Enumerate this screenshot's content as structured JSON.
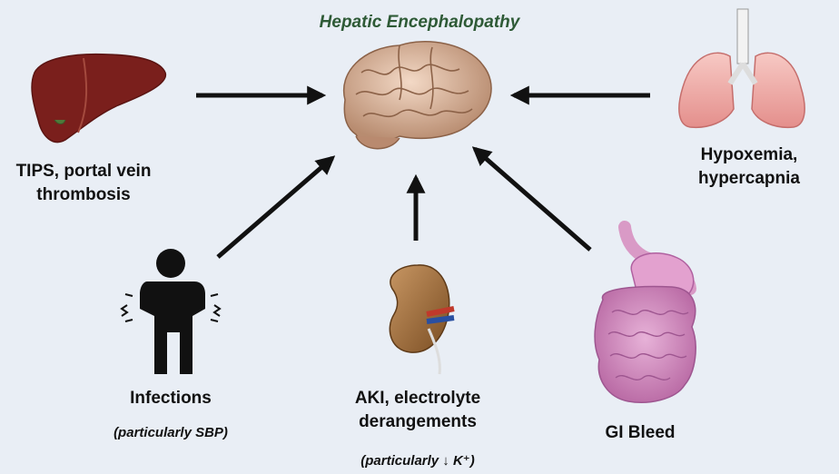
{
  "title": "Hepatic Encephalopathy",
  "factors": {
    "liver": {
      "label": "TIPS, portal vein\nthrombosis",
      "icon": "liver-icon"
    },
    "lungs": {
      "label": "Hypoxemia,\nhypercapnia",
      "icon": "lungs-icon"
    },
    "infection": {
      "label": "Infections",
      "note": "(particularly SBP)",
      "icon": "person-pain-icon"
    },
    "kidney": {
      "label": "AKI, electrolyte\nderangements",
      "note": "(particularly ↓ K⁺)",
      "icon": "kidney-icon"
    },
    "gi": {
      "label": "GI Bleed",
      "icon": "gi-tract-icon"
    }
  },
  "center": {
    "icon": "brain-icon"
  },
  "colors": {
    "background": "#e9eef5",
    "title": "#2e5a36",
    "arrow": "#111111",
    "liver": "#7a1f1c",
    "lungs": "#e9a3a1",
    "brain": "#d9b49a",
    "kidney": "#8b5a2b",
    "gi": "#c77fb6"
  }
}
